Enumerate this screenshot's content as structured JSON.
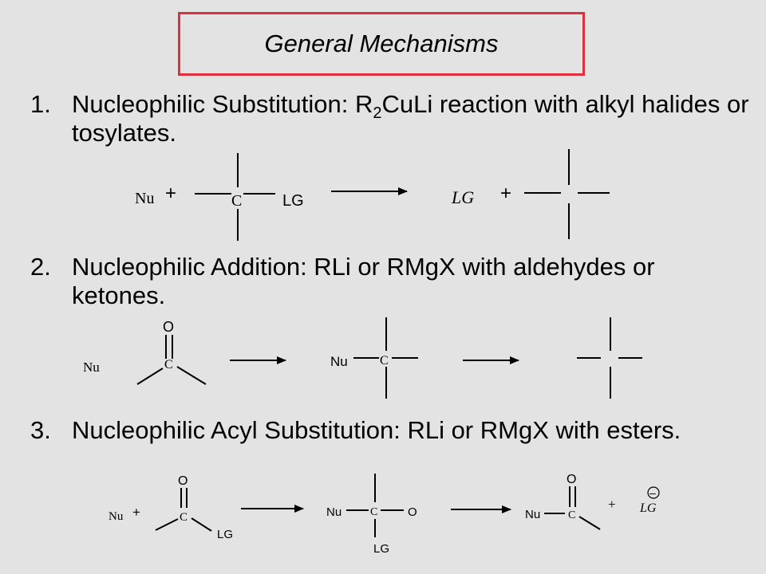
{
  "title": "General Mechanisms",
  "items": [
    {
      "number": "1.",
      "text_before_sub": "Nucleophilic Substitution: R",
      "sub": "2",
      "text_after_sub": "CuLi reaction with alkyl halides or tosylates."
    },
    {
      "number": "2.",
      "text": "Nucleophilic Addition: RLi or RMgX with aldehydes or ketones."
    },
    {
      "number": "3.",
      "text": "Nucleophilic Acyl Substitution: RLi or RMgX with esters."
    }
  ],
  "scheme1": {
    "nu": "Nu",
    "plus": "+",
    "carbon": "C",
    "lg_reactant": "LG",
    "lg_product": "LG",
    "plus_product": "+"
  },
  "scheme2": {
    "oxygen": "O",
    "nu": "Nu",
    "carbon": "C",
    "nu_intermediate": "Nu",
    "carbon_intermediate": "C"
  },
  "scheme3": {
    "nu": "Nu",
    "plus": "+",
    "oxygen": "O",
    "carbon": "C",
    "lg": "LG",
    "nu_intermediate": "Nu",
    "carbon_intermediate": "C",
    "oxygen_intermediate": "O",
    "lg_intermediate": "LG",
    "oxygen_product": "O",
    "nu_product": "Nu",
    "carbon_product": "C",
    "plus_product": "+",
    "minus_charge": "–",
    "lg_product": "LG"
  }
}
